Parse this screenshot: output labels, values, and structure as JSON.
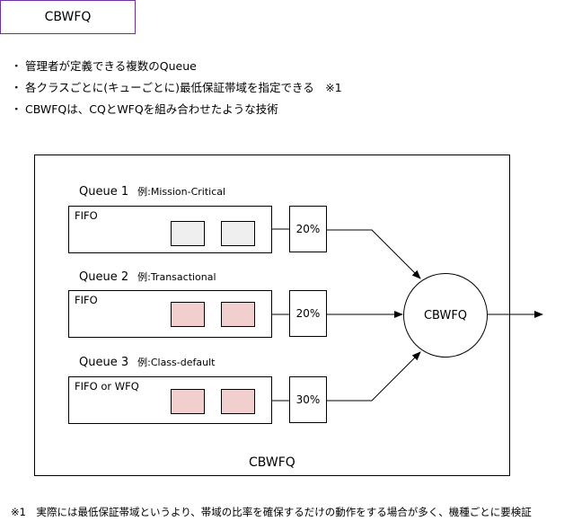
{
  "title": "CBWFQ",
  "bullets": [
    {
      "marker": "・",
      "text": "管理者が定義できる複数のQueue"
    },
    {
      "marker": "・",
      "text": "各クラスごとに(キューごとに)最低保証帯域を指定できる　※1"
    },
    {
      "marker": "・",
      "text": "CBWFQは、CQとWFQを組み合わせたような技術"
    }
  ],
  "queues": [
    {
      "label": "Queue 1",
      "example": "例:Mission-Critical",
      "type": "FIFO",
      "percent": "20%",
      "packet_color": "#efefef"
    },
    {
      "label": "Queue 2",
      "example": "例:Transactional",
      "type": "FIFO",
      "percent": "20%",
      "packet_color": "#f2cfcf"
    },
    {
      "label": "Queue 3",
      "example": "例:Class-default",
      "type": "FIFO or WFQ",
      "percent": "30%",
      "packet_color": "#f2cfcf"
    }
  ],
  "scheduler_label": "CBWFQ",
  "container_label": "CBWFQ",
  "footnote": "※1　実際には最低保証帯域というより、帯域の比率を確保するだけの動作をする場合が多く、機種ごとに要検証"
}
